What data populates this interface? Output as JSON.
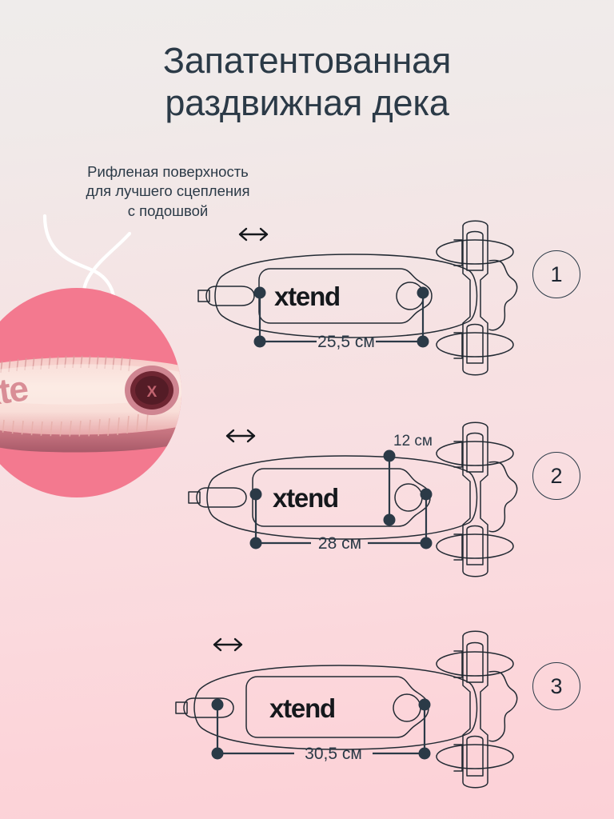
{
  "poster": {
    "title": "Запатентованная\nраздвижная дека",
    "background_top_color": "#efeceb",
    "background_bottom_color": "#fcd1d7",
    "text_color": "#2b3a47"
  },
  "callout": {
    "text": "Рифленая поверхность\nдля лучшего сцепления\nс подошвой",
    "arrow_icon": "curly-down-arrow-icon",
    "circle_color": "#f3798f"
  },
  "photo": {
    "alt_label": "deck-closeup-photo",
    "wordmark_partial": "xte",
    "badge_label": "logo-badge"
  },
  "diagrams": [
    {
      "step": "1",
      "wordmark": "xtend",
      "resize_icon": "double-arrow-horizontal-icon",
      "length_label": "25,5 см",
      "length_value": 25.5,
      "width_label": null,
      "deck_span": 255
    },
    {
      "step": "2",
      "wordmark": "xtend",
      "resize_icon": "double-arrow-horizontal-icon",
      "length_label": "28 см",
      "length_value": 28,
      "width_label": "12 см",
      "width_value": 12,
      "deck_span": 280
    },
    {
      "step": "3",
      "wordmark": "xtend",
      "resize_icon": "double-arrow-horizontal-icon",
      "length_label": "30,5 см",
      "length_value": 30.5,
      "width_label": null,
      "deck_span": 305
    }
  ],
  "units": "см"
}
